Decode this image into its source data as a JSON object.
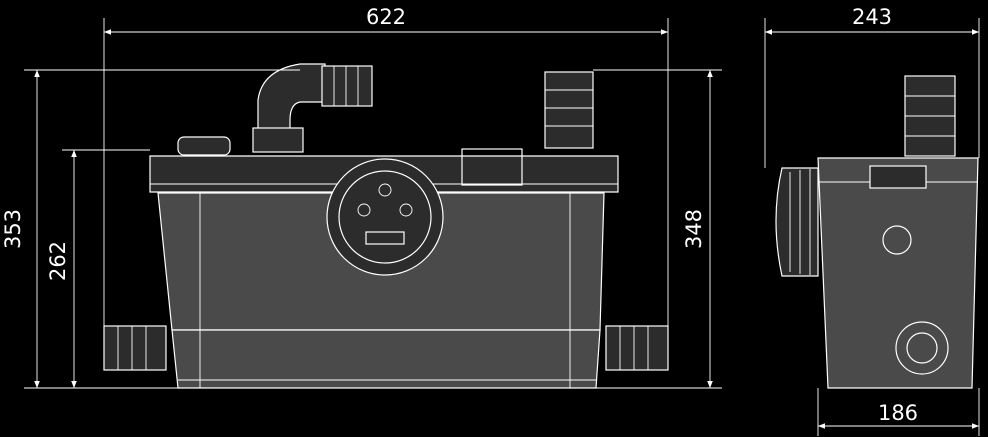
{
  "dimensions": {
    "front_width": "622",
    "side_depth": "243",
    "total_height": "353",
    "body_height": "262",
    "outlet_height": "348",
    "base_depth": "186"
  }
}
